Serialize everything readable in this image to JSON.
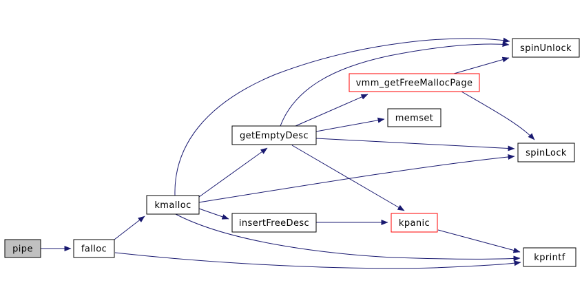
{
  "diagram": {
    "kind": "function-call-graph",
    "background_color": "#ffffff",
    "edge_color": "#191970",
    "node_fill_color": "#ffffff",
    "node_border_color": "#000000",
    "highlight_border_color": "#ff0000",
    "root_node_fill_color": "#c0c0c0",
    "text_color": "#000000"
  },
  "nodes": [
    {
      "id": "pipe",
      "label": "pipe",
      "style": "root"
    },
    {
      "id": "falloc",
      "label": "falloc",
      "style": "normal"
    },
    {
      "id": "kmalloc",
      "label": "kmalloc",
      "style": "normal"
    },
    {
      "id": "insertFreeDesc",
      "label": "insertFreeDesc",
      "style": "normal"
    },
    {
      "id": "getEmptyDesc",
      "label": "getEmptyDesc",
      "style": "normal"
    },
    {
      "id": "memset",
      "label": "memset",
      "style": "normal"
    },
    {
      "id": "vmm_getFreeMallocPage",
      "label": "vmm_getFreeMallocPage",
      "style": "highlight"
    },
    {
      "id": "spinUnlock",
      "label": "spinUnlock",
      "style": "normal"
    },
    {
      "id": "spinLock",
      "label": "spinLock",
      "style": "normal"
    },
    {
      "id": "kpanic",
      "label": "kpanic",
      "style": "highlight"
    },
    {
      "id": "kprintf",
      "label": "kprintf",
      "style": "normal"
    }
  ],
  "edges": [
    {
      "from": "pipe",
      "to": "falloc"
    },
    {
      "from": "falloc",
      "to": "kmalloc"
    },
    {
      "from": "falloc",
      "to": "kprintf"
    },
    {
      "from": "kmalloc",
      "to": "getEmptyDesc"
    },
    {
      "from": "kmalloc",
      "to": "spinUnlock"
    },
    {
      "from": "kmalloc",
      "to": "spinLock"
    },
    {
      "from": "kmalloc",
      "to": "insertFreeDesc"
    },
    {
      "from": "kmalloc",
      "to": "kprintf"
    },
    {
      "from": "getEmptyDesc",
      "to": "vmm_getFreeMallocPage"
    },
    {
      "from": "getEmptyDesc",
      "to": "memset"
    },
    {
      "from": "getEmptyDesc",
      "to": "spinUnlock"
    },
    {
      "from": "getEmptyDesc",
      "to": "spinLock"
    },
    {
      "from": "getEmptyDesc",
      "to": "kpanic"
    },
    {
      "from": "insertFreeDesc",
      "to": "kpanic"
    },
    {
      "from": "vmm_getFreeMallocPage",
      "to": "spinUnlock"
    },
    {
      "from": "vmm_getFreeMallocPage",
      "to": "spinLock"
    },
    {
      "from": "kpanic",
      "to": "kprintf"
    }
  ]
}
